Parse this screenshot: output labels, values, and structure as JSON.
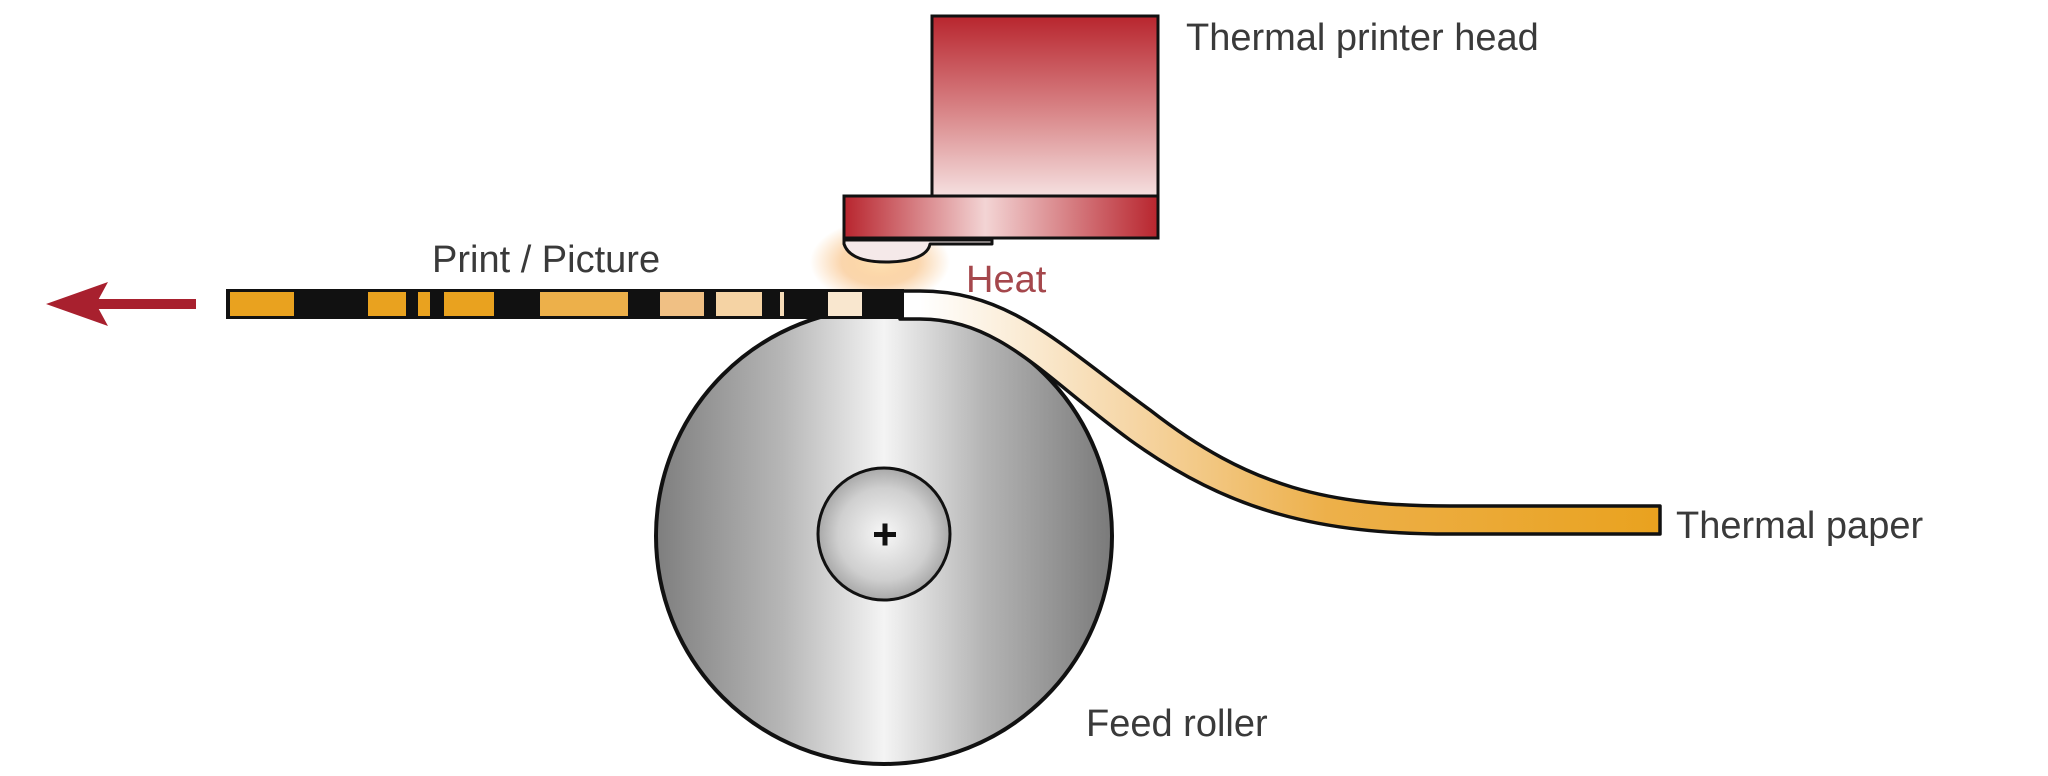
{
  "labels": {
    "printer_head": "Thermal printer head",
    "print_picture": "Print / Picture",
    "heat": "Heat",
    "thermal_paper": "Thermal paper",
    "feed_roller": "Feed roller"
  },
  "colors": {
    "paper_orange": "#E9A21F",
    "head_red": "#B8252E",
    "arrow_red": "#A8202E",
    "heat_text": "#A5474C",
    "roller_gray": "#B5B5B5",
    "outline": "#111111"
  }
}
